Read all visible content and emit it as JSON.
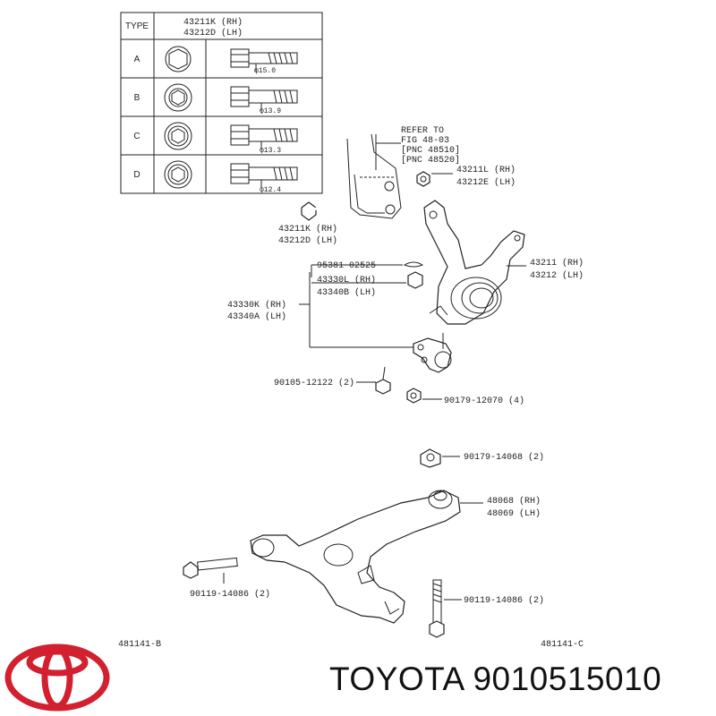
{
  "table": {
    "header_type": "TYPE",
    "header_part_rh": "43211K (RH)",
    "header_part_lh": "43212D (LH)",
    "rows": [
      {
        "type": "A",
        "dim": "φ15.0"
      },
      {
        "type": "B",
        "dim": "φ13.9"
      },
      {
        "type": "C",
        "dim": "φ13.3"
      },
      {
        "type": "D",
        "dim": "φ12.4"
      }
    ]
  },
  "labels": {
    "refer_1": "REFER TO",
    "refer_2": "FIG 48-03",
    "refer_3": "[PNC 48510]",
    "refer_4": "[PNC 48520]",
    "p43211L_rh": "43211L (RH)",
    "p43212E_lh": "43212E (LH)",
    "p43211K_rh": "43211K (RH)",
    "p43212D_lh": "43212D (LH)",
    "p95381": "95381-02525",
    "p43330L_rh": "43330L (RH)",
    "p43340B_lh": "43340B (LH)",
    "p43330K_rh": "43330K (RH)",
    "p43340A_lh": "43340A (LH)",
    "p43211_rh": "43211 (RH)",
    "p43212_lh": "43212 (LH)",
    "p90105": "90105-12122 (2)",
    "p90179_12070": "90179-12070 (4)",
    "p90179_14068": "90179-14068 (2)",
    "p48068_rh": "48068 (RH)",
    "p48069_lh": "48069 (LH)",
    "p90119_left": "90119-14086 (2)",
    "p90119_right": "90119-14086 (2)",
    "ref_left": "481141-B",
    "ref_right": "481141-C"
  },
  "brand": {
    "text": "TOYOTA 9010515010",
    "logo_color": "#d3202f"
  }
}
